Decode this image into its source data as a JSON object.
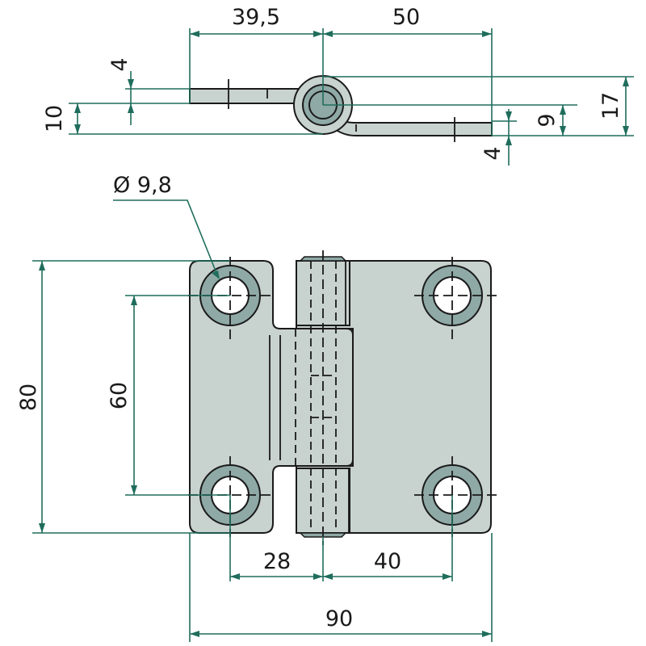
{
  "drawing": {
    "title": "Hinge dimension drawing",
    "colors": {
      "dimension": "#1f6d5c",
      "body": "#c8d2cf",
      "ring": "#8fa9a6"
    },
    "side_view": {
      "width_left": "39,5",
      "width_right": "50",
      "leaf_thickness_top": "4",
      "offset": "10",
      "knuckle_to_leaf": "9",
      "total_height": "17",
      "leaf_thickness_bottom": "4"
    },
    "front_view": {
      "hole_diameter": "Ø 9,8",
      "height": "80",
      "hole_spacing_vertical": "60",
      "hole_offset_left": "28",
      "hole_offset_right": "40",
      "total_width": "90"
    }
  }
}
